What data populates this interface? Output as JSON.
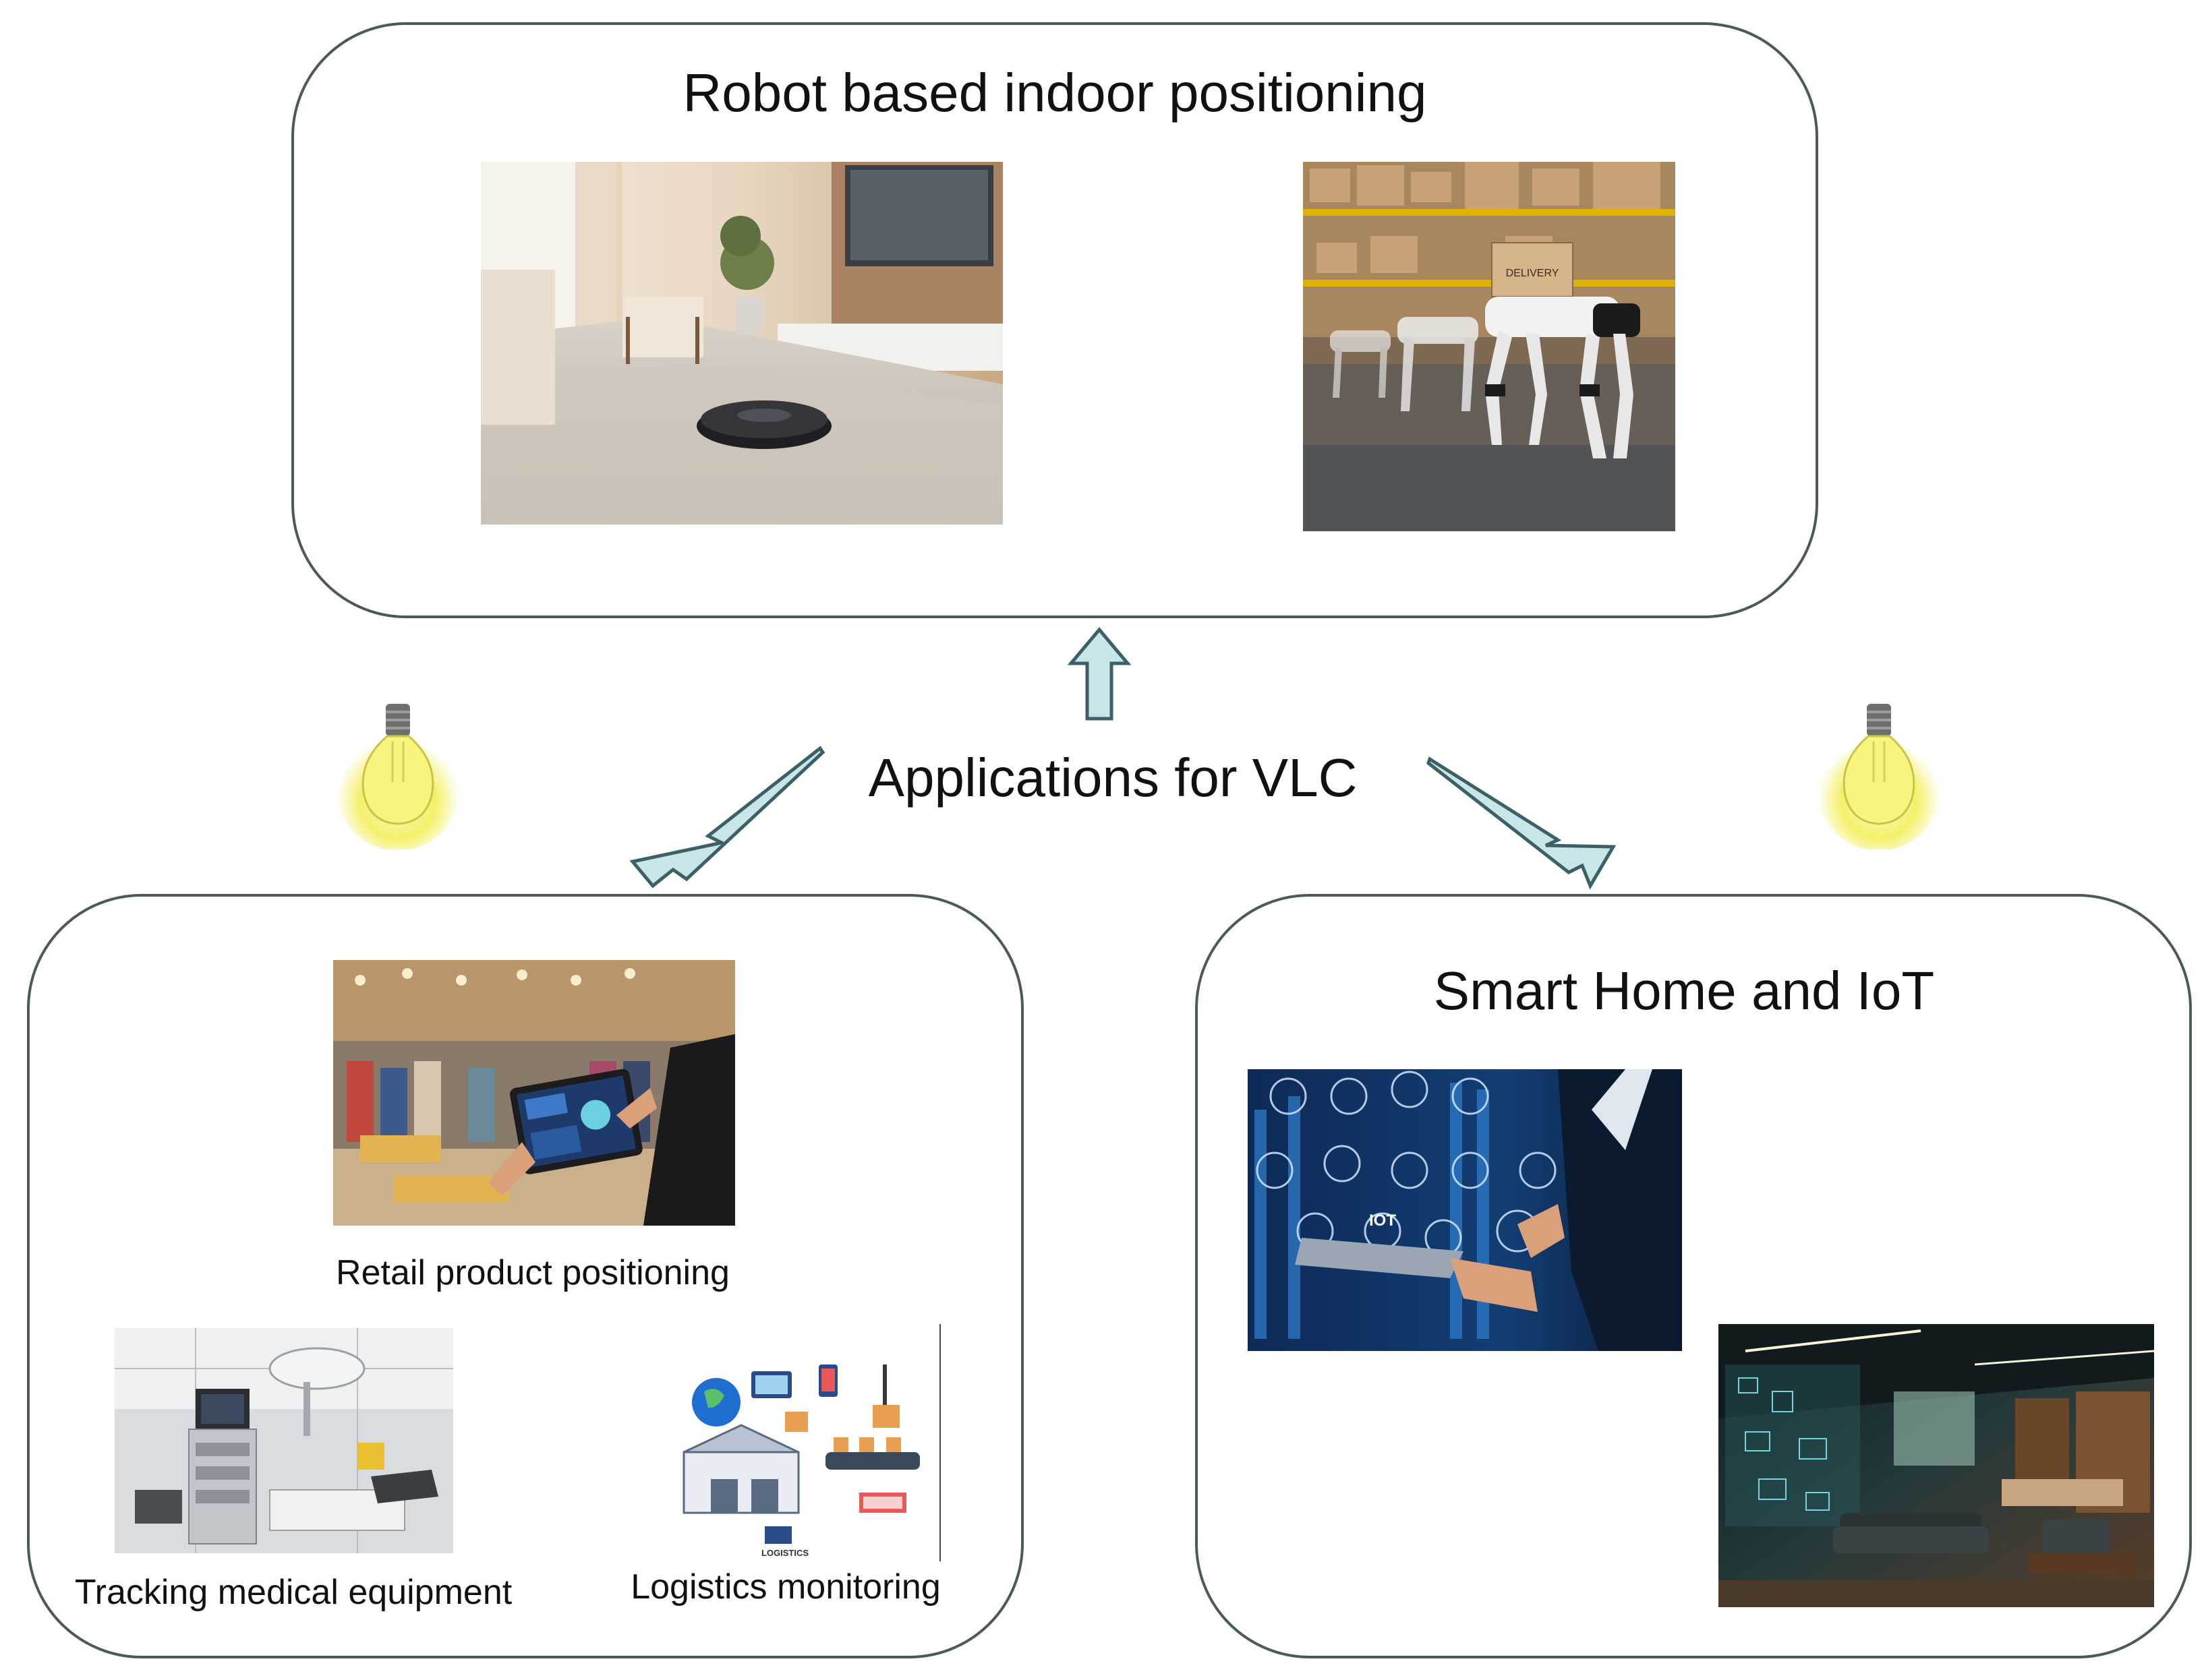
{
  "center": {
    "label": "Applications for VLC"
  },
  "panels": {
    "robot": {
      "title": "Robot based indoor positioning",
      "images": [
        {
          "icon": "robot-vacuum-icon"
        },
        {
          "icon": "delivery-robot-dog-icon",
          "box_text": "DELIVERY"
        }
      ]
    },
    "retail": {
      "items": [
        {
          "caption": "Retail product positioning",
          "icon": "retail-tablet-icon"
        },
        {
          "caption": "Tracking medical equipment",
          "icon": "medical-room-icon"
        },
        {
          "caption": "Logistics monitoring",
          "icon": "logistics-network-icon",
          "badge": "LOGISTICS"
        }
      ]
    },
    "smarthome": {
      "title": "Smart Home and IoT",
      "images": [
        {
          "icon": "iot-tablet-icon",
          "badge": "IOT"
        },
        {
          "icon": "smart-living-room-icon"
        }
      ]
    }
  },
  "colors": {
    "panel_border": "#4a5a58",
    "arrow_fill": "#c8e6e8",
    "arrow_stroke": "#3d5f66",
    "bulb_glow": "#f4f06a"
  }
}
